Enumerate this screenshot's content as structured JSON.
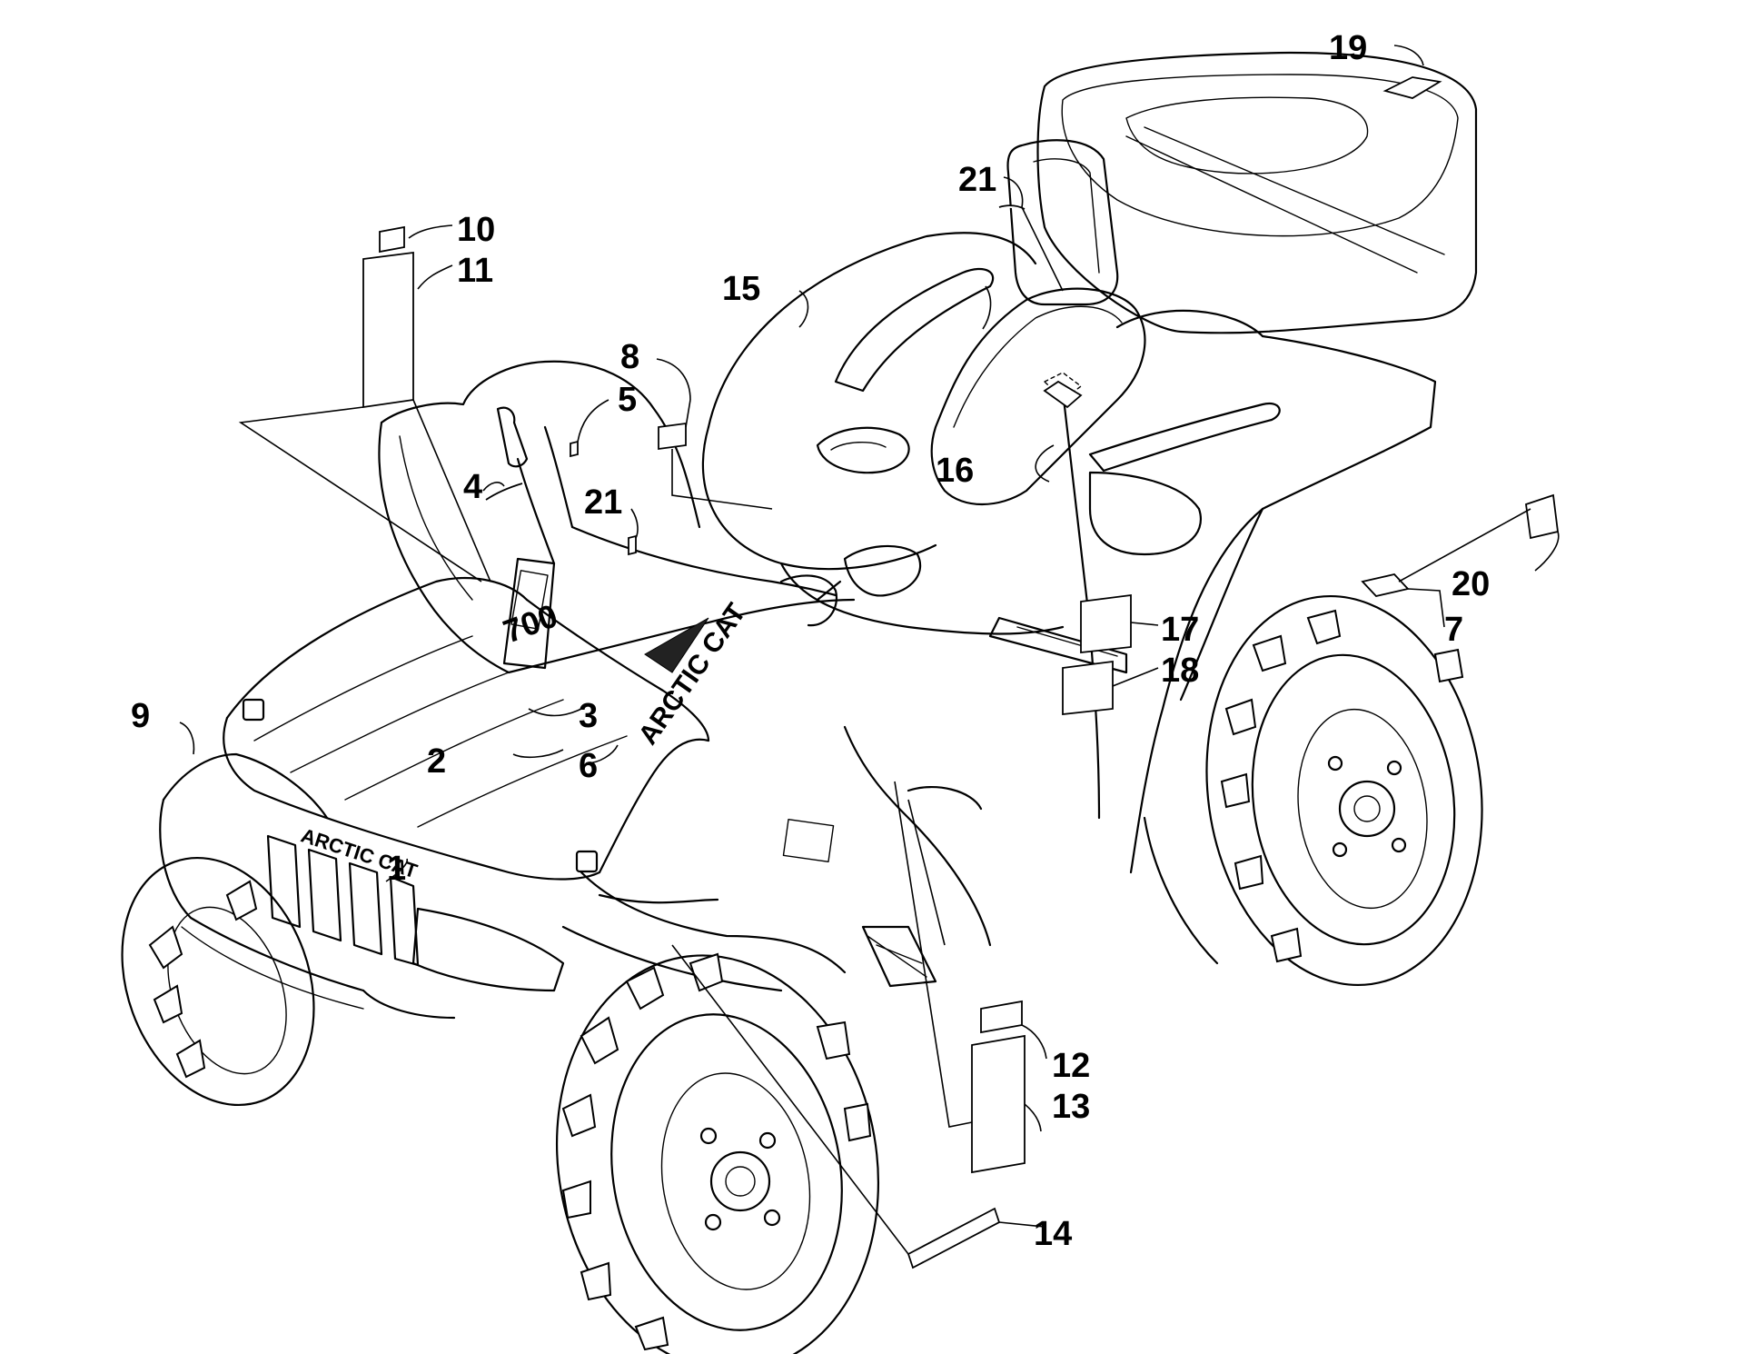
{
  "diagram": {
    "brand_marks": [
      "ARCTIC CAT",
      "700"
    ],
    "callouts": [
      {
        "id": "c1",
        "label": "1"
      },
      {
        "id": "c2",
        "label": "2"
      },
      {
        "id": "c3",
        "label": "3"
      },
      {
        "id": "c4",
        "label": "4"
      },
      {
        "id": "c5",
        "label": "5"
      },
      {
        "id": "c6",
        "label": "6"
      },
      {
        "id": "c7",
        "label": "7"
      },
      {
        "id": "c8",
        "label": "8"
      },
      {
        "id": "c9",
        "label": "9"
      },
      {
        "id": "c10",
        "label": "10"
      },
      {
        "id": "c11",
        "label": "11"
      },
      {
        "id": "c12",
        "label": "12"
      },
      {
        "id": "c13",
        "label": "13"
      },
      {
        "id": "c14",
        "label": "14"
      },
      {
        "id": "c15",
        "label": "15"
      },
      {
        "id": "c16",
        "label": "16"
      },
      {
        "id": "c17",
        "label": "17"
      },
      {
        "id": "c18",
        "label": "18"
      },
      {
        "id": "c19",
        "label": "19"
      },
      {
        "id": "c20",
        "label": "20"
      },
      {
        "id": "c21a",
        "label": "21"
      },
      {
        "id": "c21b",
        "label": "21"
      }
    ]
  }
}
